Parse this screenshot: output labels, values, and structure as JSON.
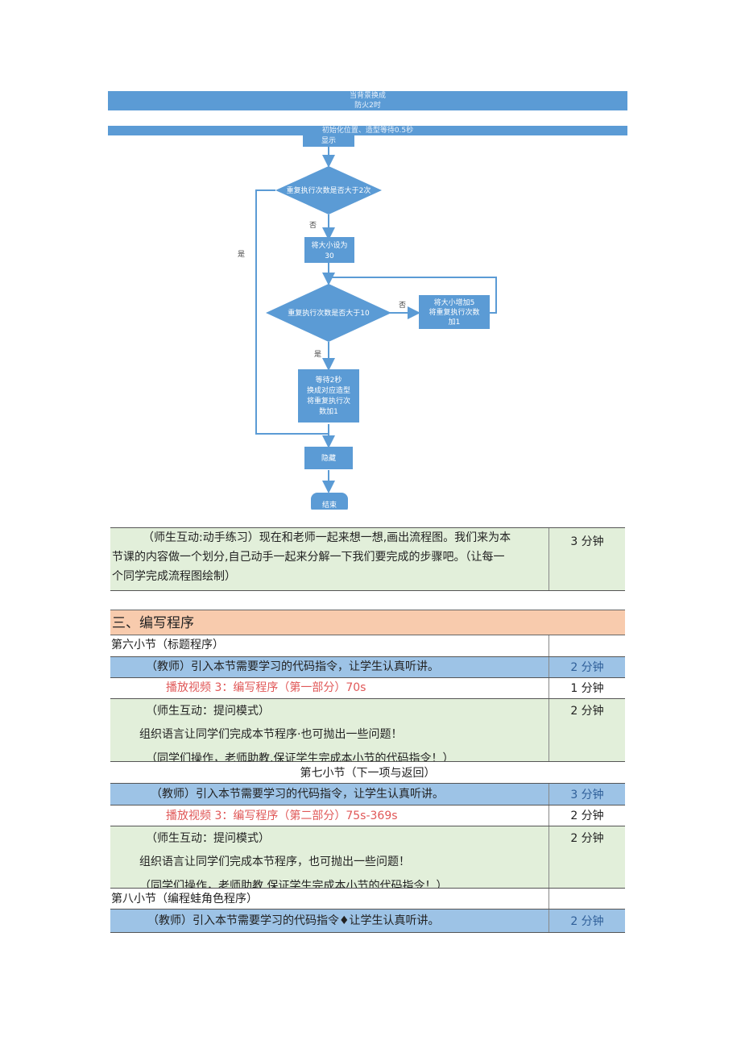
{
  "top_bands": {
    "band1": "当背景换成",
    "band2": "防火2时",
    "band3": "初始化位置、造型等待0.5秒"
  },
  "flowchart": {
    "show": "显示",
    "decision1": "重复执行次数是否大于2次",
    "no1": "否",
    "yes_left": "是",
    "set_size_line1": "将大小设为",
    "set_size_line2": "30",
    "decision2": "重复执行次数是否大于10",
    "no2": "否",
    "inc_line1": "将大小增加5",
    "inc_line2": "将重复执行次数",
    "inc_line3": "加1",
    "yes2": "是",
    "wait_line1": "等待2秒",
    "wait_line2": "换成对应造型",
    "wait_line3": "将重复执行次",
    "wait_line4": "数加1",
    "hide": "隐藏",
    "end": "结束"
  },
  "intro_row": {
    "text_line1": "（师生互动:动手练习）现在和老师一起来想一想,画出流程图。我们来为本",
    "text_line2": "节课的内容做一个划分,自己动手一起来分解一下我们要完成的步骤吧。（让每一",
    "text_line3": "个同学完成流程图绘制）",
    "time": "3 分钟"
  },
  "section3": {
    "title": "三、编写程序",
    "part6": {
      "heading": "第六小节（标题程序）",
      "teacher": "（教师）引入本节需要学习的代码指令，让学生认真听讲。",
      "teacher_time": "2 分钟",
      "video": "播放视频 3：编写程序（第一部分）70s",
      "video_time": "1 分钟",
      "interact_line1": "（师生互动：提问模式）",
      "interact_line2": "组织语言让同学们完成本节程序·也可抛出一些问题！",
      "interact_line3": "（同学们操作，老师助教,保证学生完成本小节的代码指令！）",
      "interact_time": "2 分钟"
    },
    "part7": {
      "heading": "第七小节（下一项与返回）",
      "teacher": "（教师）引入本节需要学习的代码指令，让学生认真听讲。",
      "teacher_time": "3 分钟",
      "video": "播放视频 3：编写程序（第二部分）75s-369s",
      "video_time": "2 分钟",
      "interact_line1": "（师生互动：提问模式）",
      "interact_line2": "组织语言让同学们完成本节程序，也可抛出一些问题！",
      "interact_line3": "（同学们操作，老师助教,保证学生完成本小节的代码指令！）",
      "interact_time": "2 分钟"
    },
    "part8": {
      "heading": "第八小节（编程蛙角色程序）",
      "teacher": "（教师）引入本节需要学习的代码指令♦让学生认真听讲。",
      "teacher_time": "2 分钟"
    }
  }
}
